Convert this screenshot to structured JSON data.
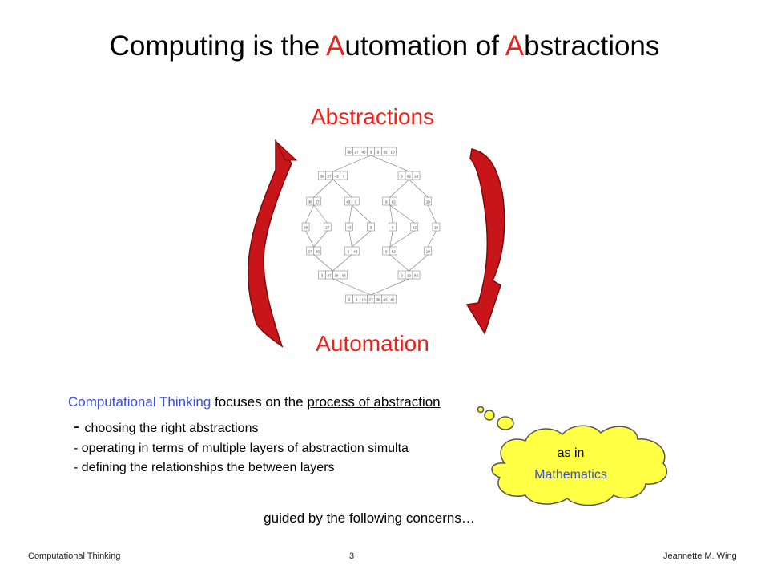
{
  "title": {
    "prefix": "Computing is the ",
    "hl1": "A",
    "mid": "utomation of ",
    "hl2": "A",
    "suffix": "bstractions"
  },
  "labels": {
    "top": "Abstractions",
    "bottom": "Automation"
  },
  "diagram": {
    "rows": [
      [
        [
          "38",
          "27",
          "43",
          "3",
          "9",
          "82",
          "10"
        ]
      ],
      [
        [
          "38",
          "27",
          "43",
          "3"
        ],
        [
          "9",
          "82",
          "10"
        ]
      ],
      [
        [
          "38",
          "27"
        ],
        [
          "43",
          "3"
        ],
        [
          "9",
          "82"
        ],
        [
          "10"
        ]
      ],
      [
        [
          "38"
        ],
        [
          "27"
        ],
        [
          "43"
        ],
        [
          "3"
        ],
        [
          "9"
        ],
        [
          "82"
        ],
        [
          "10"
        ]
      ],
      [
        [
          "27",
          "38"
        ],
        [
          "3",
          "43"
        ],
        [
          "9",
          "82"
        ],
        [
          "10"
        ]
      ],
      [
        [
          "3",
          "27",
          "38",
          "43"
        ],
        [
          "9",
          "10",
          "82"
        ]
      ],
      [
        [
          "3",
          "9",
          "10",
          "27",
          "38",
          "43",
          "82"
        ]
      ]
    ]
  },
  "body": {
    "ct_term": "Computational Thinking",
    "ct_rest": " focuses on the ",
    "ct_process": "process of abstraction",
    "b1_dash": "- ",
    "b1": "choosing the right abstractions",
    "b2": "- operating in terms of multiple layers of abstraction simulta",
    "b3": "- defining the relationships the between layers",
    "guided": "guided by the following concerns…"
  },
  "cloud": {
    "line1": "as in",
    "line2": "Mathematics"
  },
  "footer": {
    "left": "Computational Thinking",
    "center": "3",
    "right": "Jeannette M. Wing"
  },
  "colors": {
    "accent_red": "#e8251c",
    "arrow_red": "#c8151a",
    "blue": "#3b4fd6",
    "cloud_yellow": "#ffff44"
  }
}
